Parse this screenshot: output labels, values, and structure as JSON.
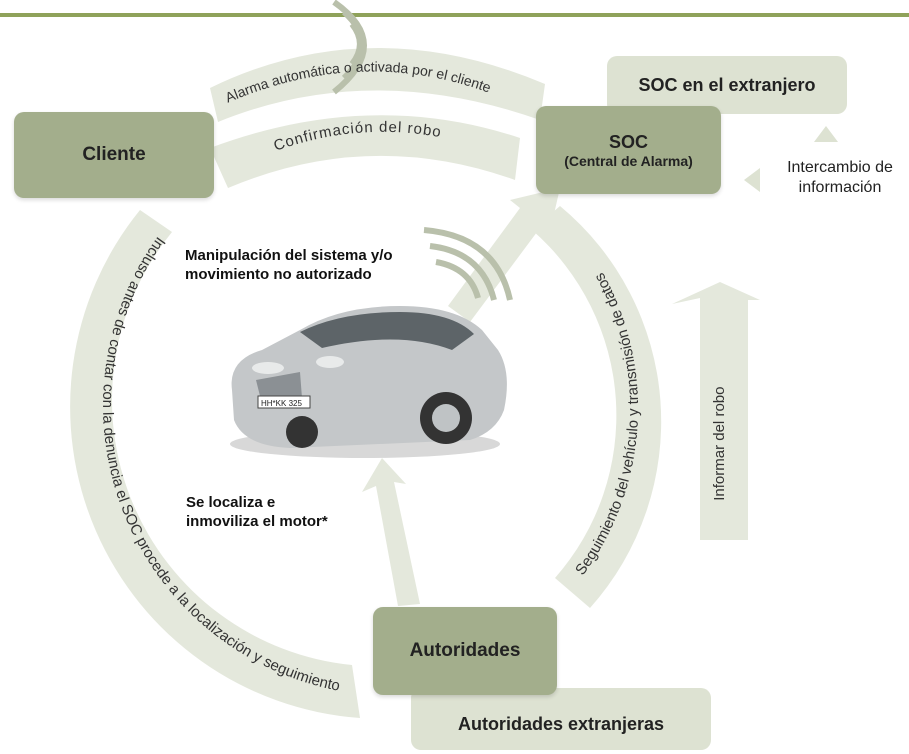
{
  "nodes": {
    "cliente": "Cliente",
    "soc_title": "SOC",
    "soc_subtitle": "(Central de Alarma)",
    "soc_extranjero": "SOC en el extranjero",
    "autoridades": "Autoridades",
    "autoridades_extranjeras": "Autoridades extranjeras"
  },
  "arrows": {
    "alarma": "Alarma automática o activada por el cliente",
    "confirmacion": "Confirmación del robo",
    "seguimiento": "Seguimiento del vehículo y transmisión de datos",
    "informar": "Informar del robo",
    "incluso": "Incluso antes de contar con la denuncia el SOC procede a la localización y seguimiento"
  },
  "labels": {
    "manipulacion_1": "Manipulación del sistema y/o",
    "manipulacion_2": "movimiento no autorizado",
    "localiza_1": "Se localiza e",
    "localiza_2": "inmoviliza el motor*",
    "intercambio_1": "Intercambio de",
    "intercambio_2": "información"
  },
  "car": {
    "plate": "HH*KK 325"
  },
  "colors": {
    "rule": "#8fa25a",
    "node": "#a3ae8c",
    "light": "#dde2d2",
    "arrow": "#e4e8dc"
  }
}
